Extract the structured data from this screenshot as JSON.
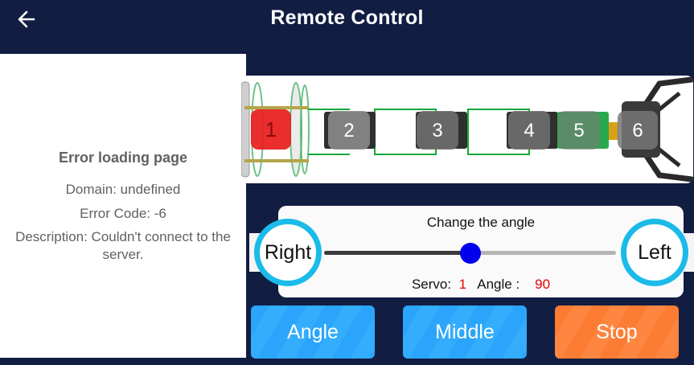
{
  "header": {
    "title": "Remote Control",
    "back_icon": "arrow-left-icon"
  },
  "webview": {
    "error_title": "Error loading page",
    "domain_line": "Domain: undefined",
    "code_line": "Error Code: -6",
    "description_line1": "Description: Couldn't connect to the",
    "description_line2": "server."
  },
  "robot_arm": {
    "servos": [
      {
        "id": "1",
        "selected": true
      },
      {
        "id": "2",
        "selected": false
      },
      {
        "id": "3",
        "selected": false
      },
      {
        "id": "4",
        "selected": false
      },
      {
        "id": "5",
        "selected": false
      },
      {
        "id": "6",
        "selected": false
      }
    ],
    "selected_color": "#e81c1c",
    "servo_color": "#6f6f6f"
  },
  "control": {
    "title": "Change the angle",
    "right_label": "Right",
    "left_label": "Left",
    "slider_fraction": 0.5,
    "servo_label": "Servo:",
    "servo_value": "1",
    "angle_label": "Angle :",
    "angle_value": "90"
  },
  "buttons": {
    "angle": "Angle",
    "middle": "Middle",
    "stop": "Stop"
  },
  "colors": {
    "background": "#121d42",
    "accent_ring": "#1bbbe9",
    "slider_thumb": "#0000ee",
    "button_blue": "#2aa5fb",
    "button_orange": "#fd7c33",
    "value_red": "#e10000"
  }
}
